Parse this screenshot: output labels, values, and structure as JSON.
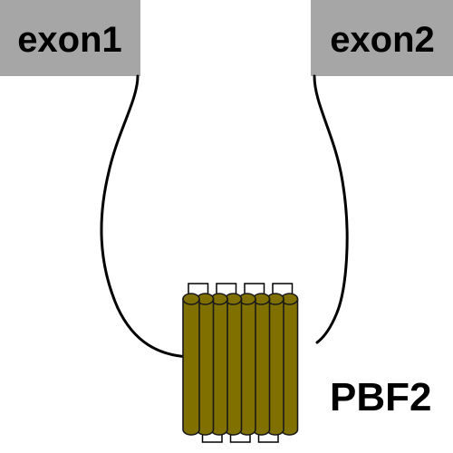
{
  "exons": [
    {
      "label": "exon1"
    },
    {
      "label": "exon2"
    }
  ],
  "protein": {
    "label": "PBF2",
    "repeat_count": 8
  },
  "colors": {
    "exon_box": "#a6a6a6",
    "helix_fill": "#807000",
    "helix_stroke": "#1a1a1a",
    "intron_line": "#000000",
    "text": "#000000"
  }
}
